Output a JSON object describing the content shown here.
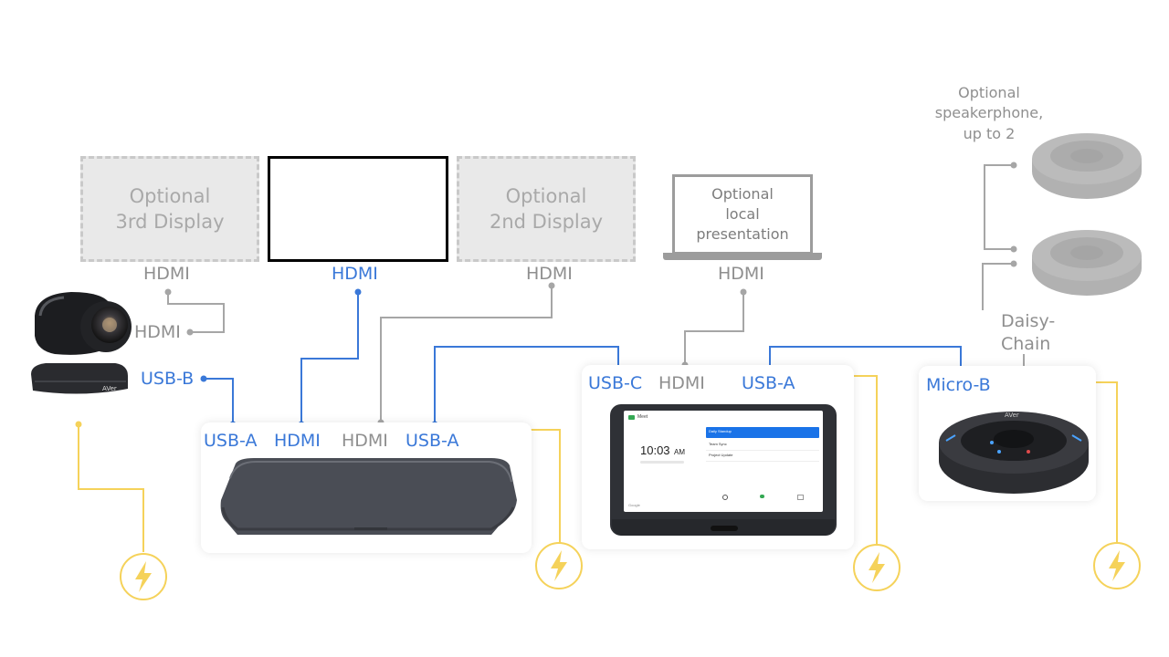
{
  "displays": {
    "third": {
      "line1": "Optional",
      "line2": "3rd Display"
    },
    "second": {
      "line1": "Optional",
      "line2": "2nd Display"
    },
    "laptop": {
      "line1": "Optional",
      "line2": "local",
      "line3": "presentation"
    }
  },
  "speakerphone_note": {
    "line1": "Optional",
    "line2": "speakerphone,",
    "line3": "up to 2"
  },
  "daisy_chain": {
    "line1": "Daisy-",
    "line2": "Chain"
  },
  "ports": {
    "third_display_hdmi": "HDMI",
    "main_display_hdmi": "HDMI",
    "second_display_hdmi": "HDMI",
    "laptop_hdmi": "HDMI",
    "camera_hdmi": "HDMI",
    "camera_usb": "USB-B",
    "hub_usb_a_1": "USB-A",
    "hub_hdmi_1": "HDMI",
    "hub_hdmi_2": "HDMI",
    "hub_usb_a_2": "USB-A",
    "tablet_usb_c": "USB-C",
    "tablet_hdmi": "HDMI",
    "tablet_usb_a": "USB-A",
    "speaker_micro_b": "Micro-B"
  },
  "tablet_screen": {
    "app_name": "Meet",
    "time": "10:03",
    "ampm": "AM",
    "brand": "Google",
    "meetings": [
      "Daily Standup",
      "Team Sync",
      "Project Update"
    ]
  },
  "camera_brand": "AVer",
  "speaker_brand": "AVer",
  "colors": {
    "blue": "#3a78d8",
    "gray_line": "#a6a6a6",
    "power_yellow": "#f5d25a",
    "device_dark": "#2f3136"
  }
}
